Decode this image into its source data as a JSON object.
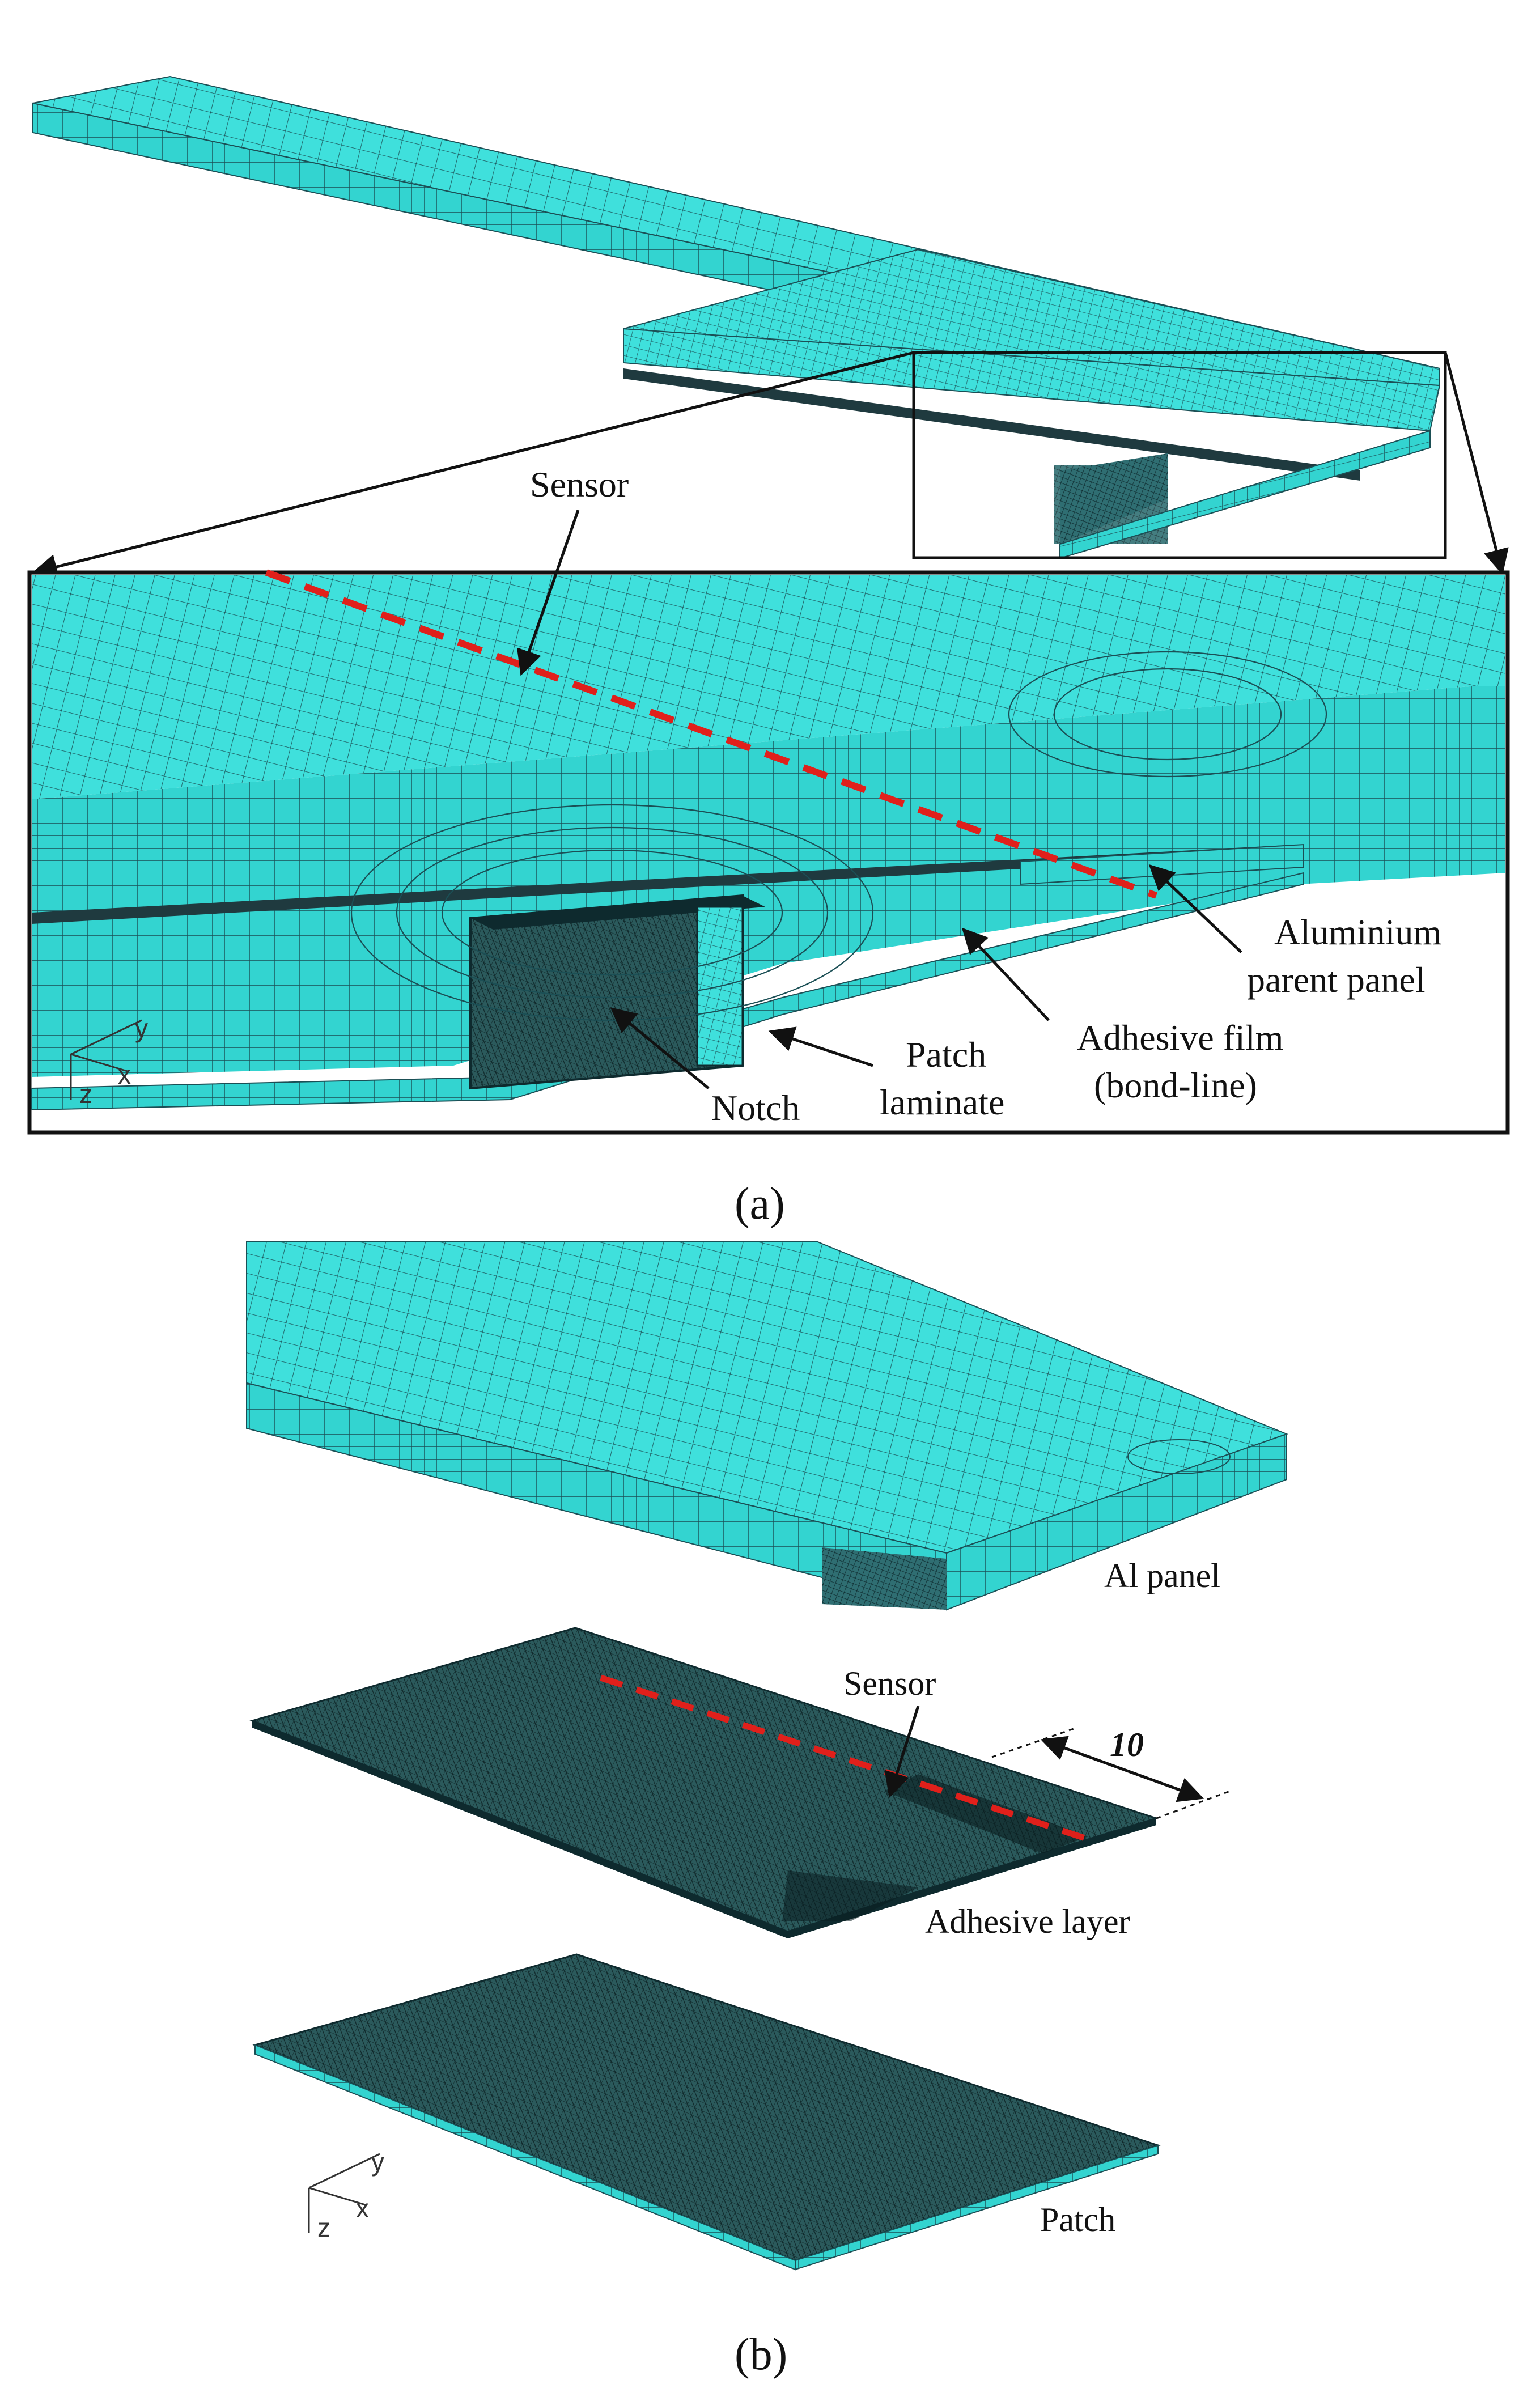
{
  "figure": {
    "part_a": {
      "caption": "(a)",
      "callouts": {
        "sensor": "Sensor",
        "aluminium_line1": "Aluminium",
        "aluminium_line2": "parent panel",
        "adhesive_line1": "Adhesive film",
        "adhesive_line2": "(bond-line)",
        "patch_line1": "Patch",
        "patch_line2": "laminate",
        "notch": "Notch"
      }
    },
    "part_b": {
      "caption": "(b)",
      "callouts": {
        "al_panel": "Al panel",
        "sensor": "Sensor",
        "dimension": "10",
        "adhesive_layer": "Adhesive layer",
        "patch": "Patch"
      }
    },
    "axes": {
      "x": "x",
      "y": "y",
      "z": "z"
    },
    "colors": {
      "mesh_fill": "#3fe0dc",
      "mesh_side": "#2fcac6",
      "mesh_line": "#1b4f55",
      "sensor_line": "#e0201b",
      "dark_mesh": "#1f3a3f",
      "frame": "#111111"
    }
  }
}
